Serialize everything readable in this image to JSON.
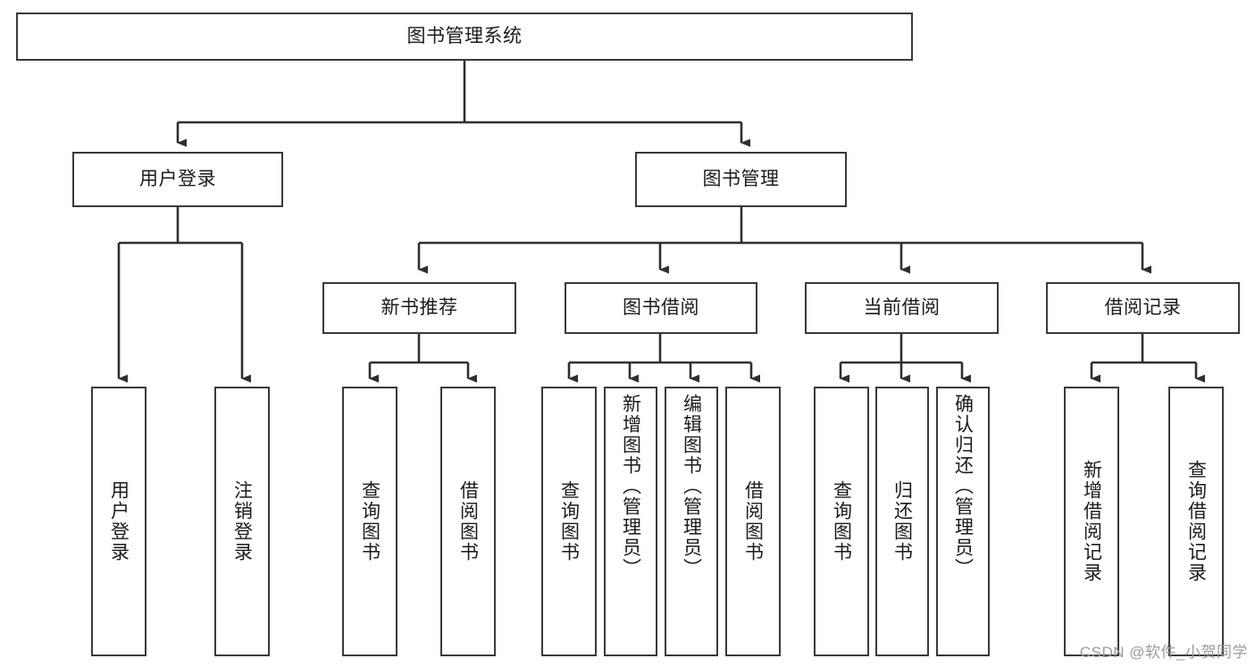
{
  "diagram": {
    "type": "tree",
    "title": "图书管理系统",
    "style": {
      "box_border_color": "#3a3a3a",
      "box_fill_color": "#ffffff",
      "edge_color": "#2f2f2f",
      "text_color": "#1b1b1b",
      "background_color": "#ffffff"
    },
    "root": {
      "id": "root",
      "label": "图书管理系统"
    },
    "level2": [
      {
        "id": "user-login",
        "label": "用户登录"
      },
      {
        "id": "book-manage",
        "label": "图书管理"
      }
    ],
    "level3": [
      {
        "id": "new-book-recommend",
        "label": "新书推荐",
        "parent": "book-manage"
      },
      {
        "id": "book-borrow",
        "label": "图书借阅",
        "parent": "book-manage"
      },
      {
        "id": "current-borrow",
        "label": "当前借阅",
        "parent": "book-manage"
      },
      {
        "id": "borrow-record",
        "label": "借阅记录",
        "parent": "book-manage"
      }
    ],
    "leaves": [
      {
        "id": "leaf-user-login",
        "label": "用户登录",
        "parent": "user-login"
      },
      {
        "id": "leaf-user-logout",
        "label": "注销登录",
        "parent": "user-login"
      },
      {
        "id": "leaf-query-book-1",
        "label": "查询图书",
        "parent": "new-book-recommend"
      },
      {
        "id": "leaf-borrow-book-1",
        "label": "借阅图书",
        "parent": "new-book-recommend"
      },
      {
        "id": "leaf-query-book-2",
        "label": "查询图书",
        "parent": "book-borrow"
      },
      {
        "id": "leaf-add-book",
        "label": "新增图书（管理员）",
        "parent": "book-borrow"
      },
      {
        "id": "leaf-edit-book",
        "label": "编辑图书（管理员）",
        "parent": "book-borrow"
      },
      {
        "id": "leaf-borrow-book-2",
        "label": "借阅图书",
        "parent": "book-borrow"
      },
      {
        "id": "leaf-query-book-3",
        "label": "查询图书",
        "parent": "current-borrow"
      },
      {
        "id": "leaf-return-book",
        "label": "归还图书",
        "parent": "current-borrow"
      },
      {
        "id": "leaf-confirm-return",
        "label": "确认归还（管理员）",
        "parent": "current-borrow"
      },
      {
        "id": "leaf-add-record",
        "label": "新增借阅记录",
        "parent": "borrow-record"
      },
      {
        "id": "leaf-query-record",
        "label": "查询借阅记录",
        "parent": "borrow-record"
      }
    ]
  },
  "watermark": {
    "text": "CSDN @软件_小贺同学"
  }
}
